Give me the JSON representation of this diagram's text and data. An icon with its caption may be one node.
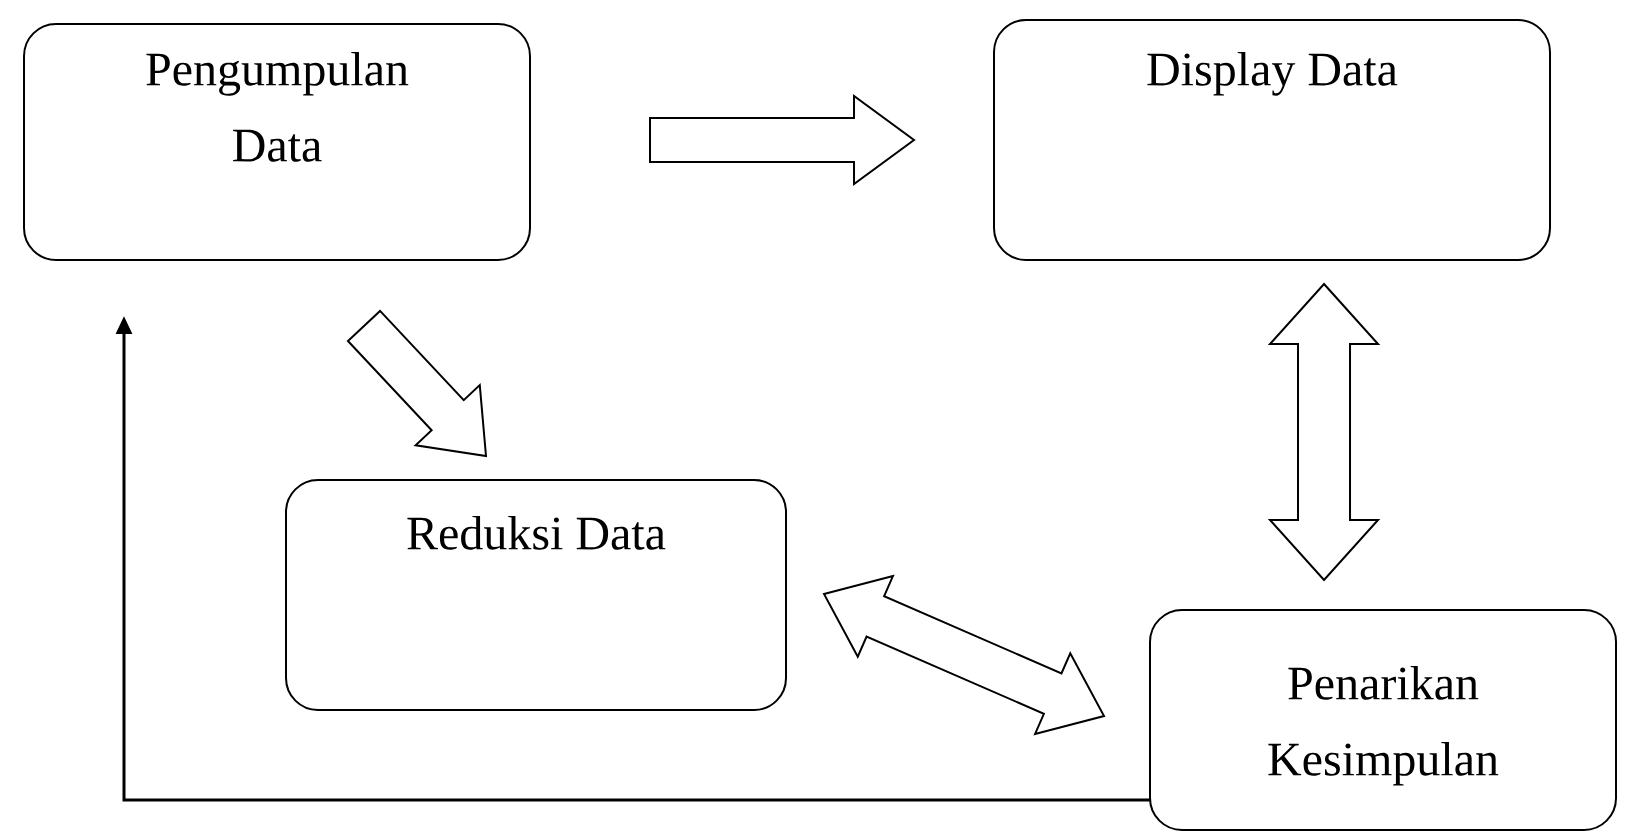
{
  "diagram": {
    "nodes": [
      {
        "text": [
          "Pengumpulan Data"
        ]
      },
      {
        "text": [
          "Display Data"
        ]
      },
      {
        "text": [
          "Reduksi Data"
        ]
      },
      {
        "text": [
          "Penarikan Kesimpulan"
        ]
      }
    ],
    "edges": [
      {
        "from": 0,
        "to": 1,
        "arrow": "to"
      },
      {
        "from": 0,
        "to": 2,
        "arrow": "to"
      },
      {
        "from": 1,
        "to": 3,
        "arrow": "both"
      },
      {
        "from": 2,
        "to": 3,
        "arrow": "both"
      },
      {
        "from": 3,
        "to": 0,
        "arrow": "to"
      }
    ]
  }
}
